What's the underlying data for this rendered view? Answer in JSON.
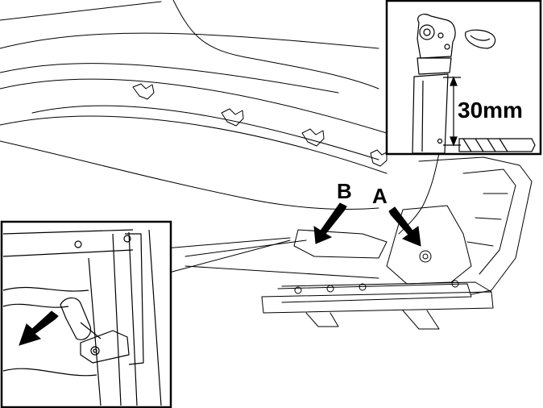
{
  "diagram": {
    "labels": {
      "a": "A",
      "b": "B",
      "measurement": "30mm"
    },
    "colors": {
      "stroke": "#000000",
      "background": "#ffffff"
    }
  }
}
